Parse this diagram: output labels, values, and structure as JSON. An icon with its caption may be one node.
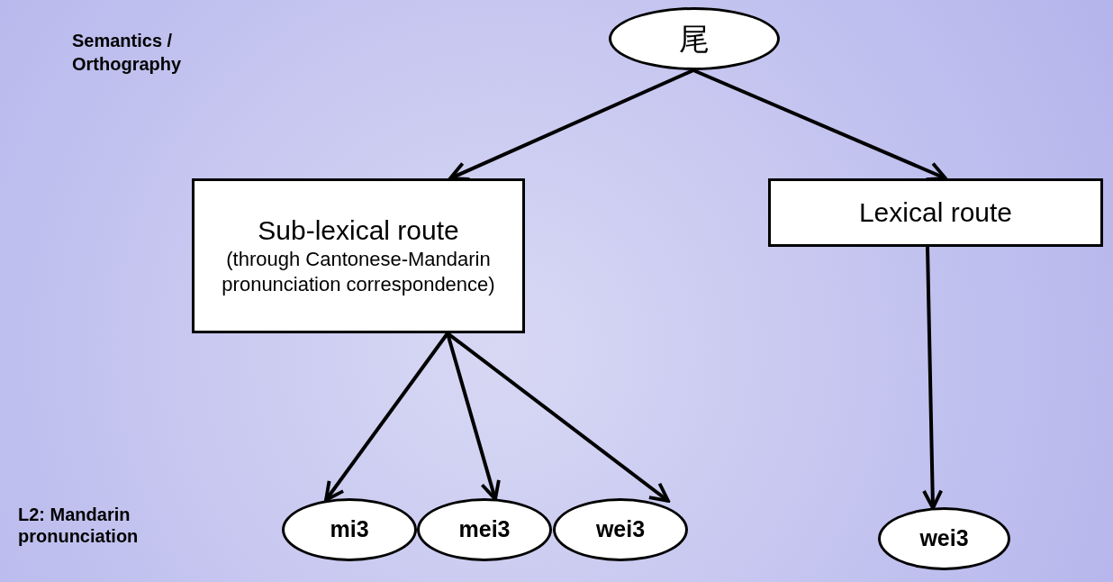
{
  "diagram": {
    "nodes": [
      {
        "text": [
          "尾"
        ]
      },
      {
        "text": [
          "Sub-lexical route",
          "(through Cantonese-Mandarin pronunciation correspondence)"
        ]
      },
      {
        "text": [
          "Lexical route"
        ]
      },
      {
        "text": [
          "mi3"
        ]
      },
      {
        "text": [
          "mei3"
        ]
      },
      {
        "text": [
          "wei3"
        ]
      },
      {
        "text": [
          "wei3"
        ]
      }
    ],
    "edges": [
      {
        "from": 0,
        "to": 1,
        "arrow": "to"
      },
      {
        "from": 0,
        "to": 2,
        "arrow": "to"
      },
      {
        "from": 1,
        "to": 3,
        "arrow": "to"
      },
      {
        "from": 1,
        "to": 4,
        "arrow": "to"
      },
      {
        "from": 1,
        "to": 5,
        "arrow": "to"
      },
      {
        "from": 2,
        "to": 6,
        "arrow": "to"
      }
    ],
    "labels": [
      "Semantics / Orthography",
      "L2: Mandarin pronunciation"
    ]
  }
}
